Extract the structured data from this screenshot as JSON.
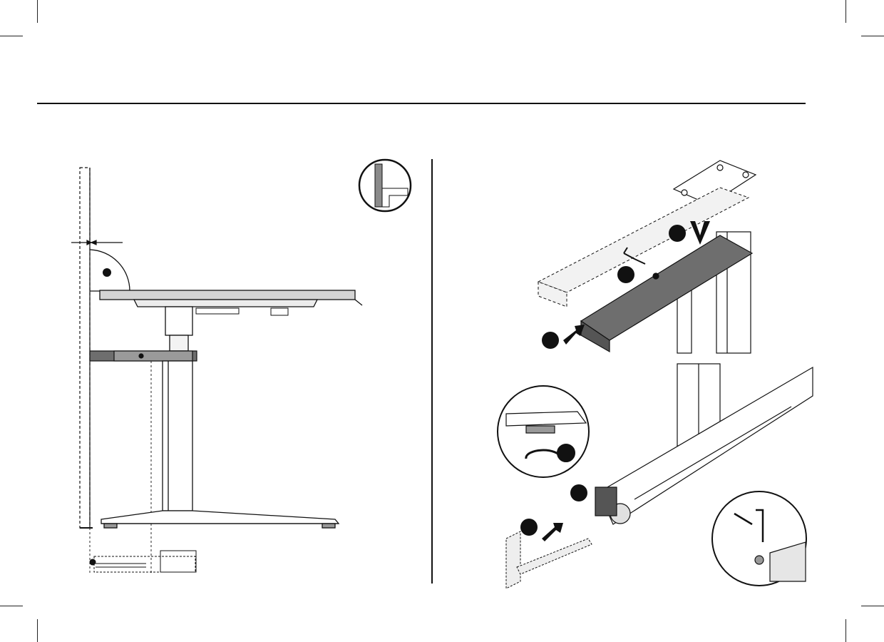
{
  "page": {
    "background": "#ffffff",
    "ink_color": "#111111",
    "tube_grey": "#6e6e6e",
    "light_grey": "#bdbdbd"
  },
  "figures": [
    {
      "name": "side-elevation",
      "description_icons": [
        "desk-side-view",
        "wall-clearance-dimension",
        "detail-magnifier"
      ]
    },
    {
      "name": "assembly-steps",
      "description_icons": [
        "crossbar-extension",
        "allen-key",
        "foot-leveler",
        "wall-bracket"
      ]
    }
  ],
  "callouts": {
    "left": [
      {
        "id": "step-a"
      }
    ],
    "right": [
      {
        "id": "step-1"
      },
      {
        "id": "step-2"
      },
      {
        "id": "step-3"
      },
      {
        "id": "step-4"
      },
      {
        "id": "step-5"
      },
      {
        "id": "step-6"
      }
    ]
  }
}
